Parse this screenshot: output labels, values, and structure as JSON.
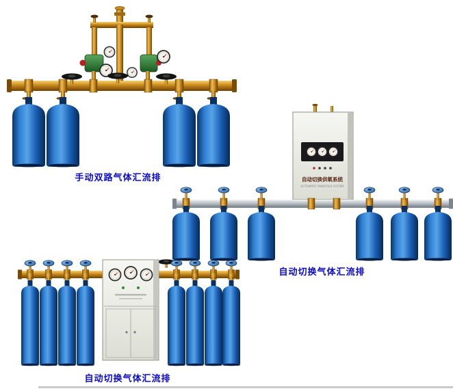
{
  "page": {
    "background": "#ffffff"
  },
  "colors": {
    "caption_text": "#0b0bd0",
    "brass": "#c8891c",
    "cylinder_blue": "#1a5fb4",
    "silver_pipe": "#b4bac0",
    "cabinet_body": "#eef0e8",
    "regulator_green": "#2e7d32"
  },
  "products": [
    {
      "caption": "手动双路气体汇流排",
      "cylinder_count": 4,
      "gauge_count": 4
    },
    {
      "caption": "自动切换气体汇流排",
      "cylinder_count": 6,
      "cabinet_gauge_count": 3,
      "cabinet_label": "自动切换供氧系统",
      "cabinet_sublabel": "AUTOMATIC MANIFOLD SYSTEM"
    },
    {
      "caption": "自动切换气体汇流排",
      "cylinder_count": 8,
      "cabinet_gauge_count": 3
    }
  ]
}
